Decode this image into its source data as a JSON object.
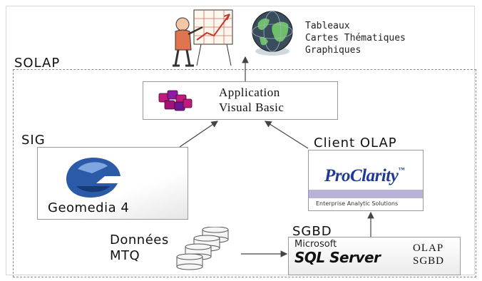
{
  "outputs": {
    "lines": [
      "Tableaux",
      "Cartes Thématiques",
      "Graphiques"
    ]
  },
  "containers": {
    "solap": "SOLAP",
    "sig": "SIG",
    "client_olap": "Client OLAP",
    "sgbd": "SGBD"
  },
  "application": {
    "line1": "Application",
    "line2": "Visual Basic"
  },
  "geomedia": {
    "label": "Geomedia 4"
  },
  "proclarity": {
    "logo": "ProClarity",
    "tm": "™",
    "tagline": "Enterprise Analytic Solutions"
  },
  "donnees": {
    "line1": "Données",
    "line2": "MTQ"
  },
  "sqlserver": {
    "vendor": "Microsoft",
    "product": "SQL Server",
    "tag1": "OLAP",
    "tag2": "SGBD"
  },
  "icons": [
    "presenter-chart-icon",
    "globe-icon",
    "cubes-icon",
    "geomedia-logo-icon",
    "database-stack-icon"
  ],
  "colors": {
    "dashed_border": "#8a8a8a",
    "proclarity_blue": "#1f3a93",
    "proclarity_band": "#b9b3dc",
    "geomedia_blue": "#2b5aa8",
    "cube_magenta": "#b0146e"
  }
}
